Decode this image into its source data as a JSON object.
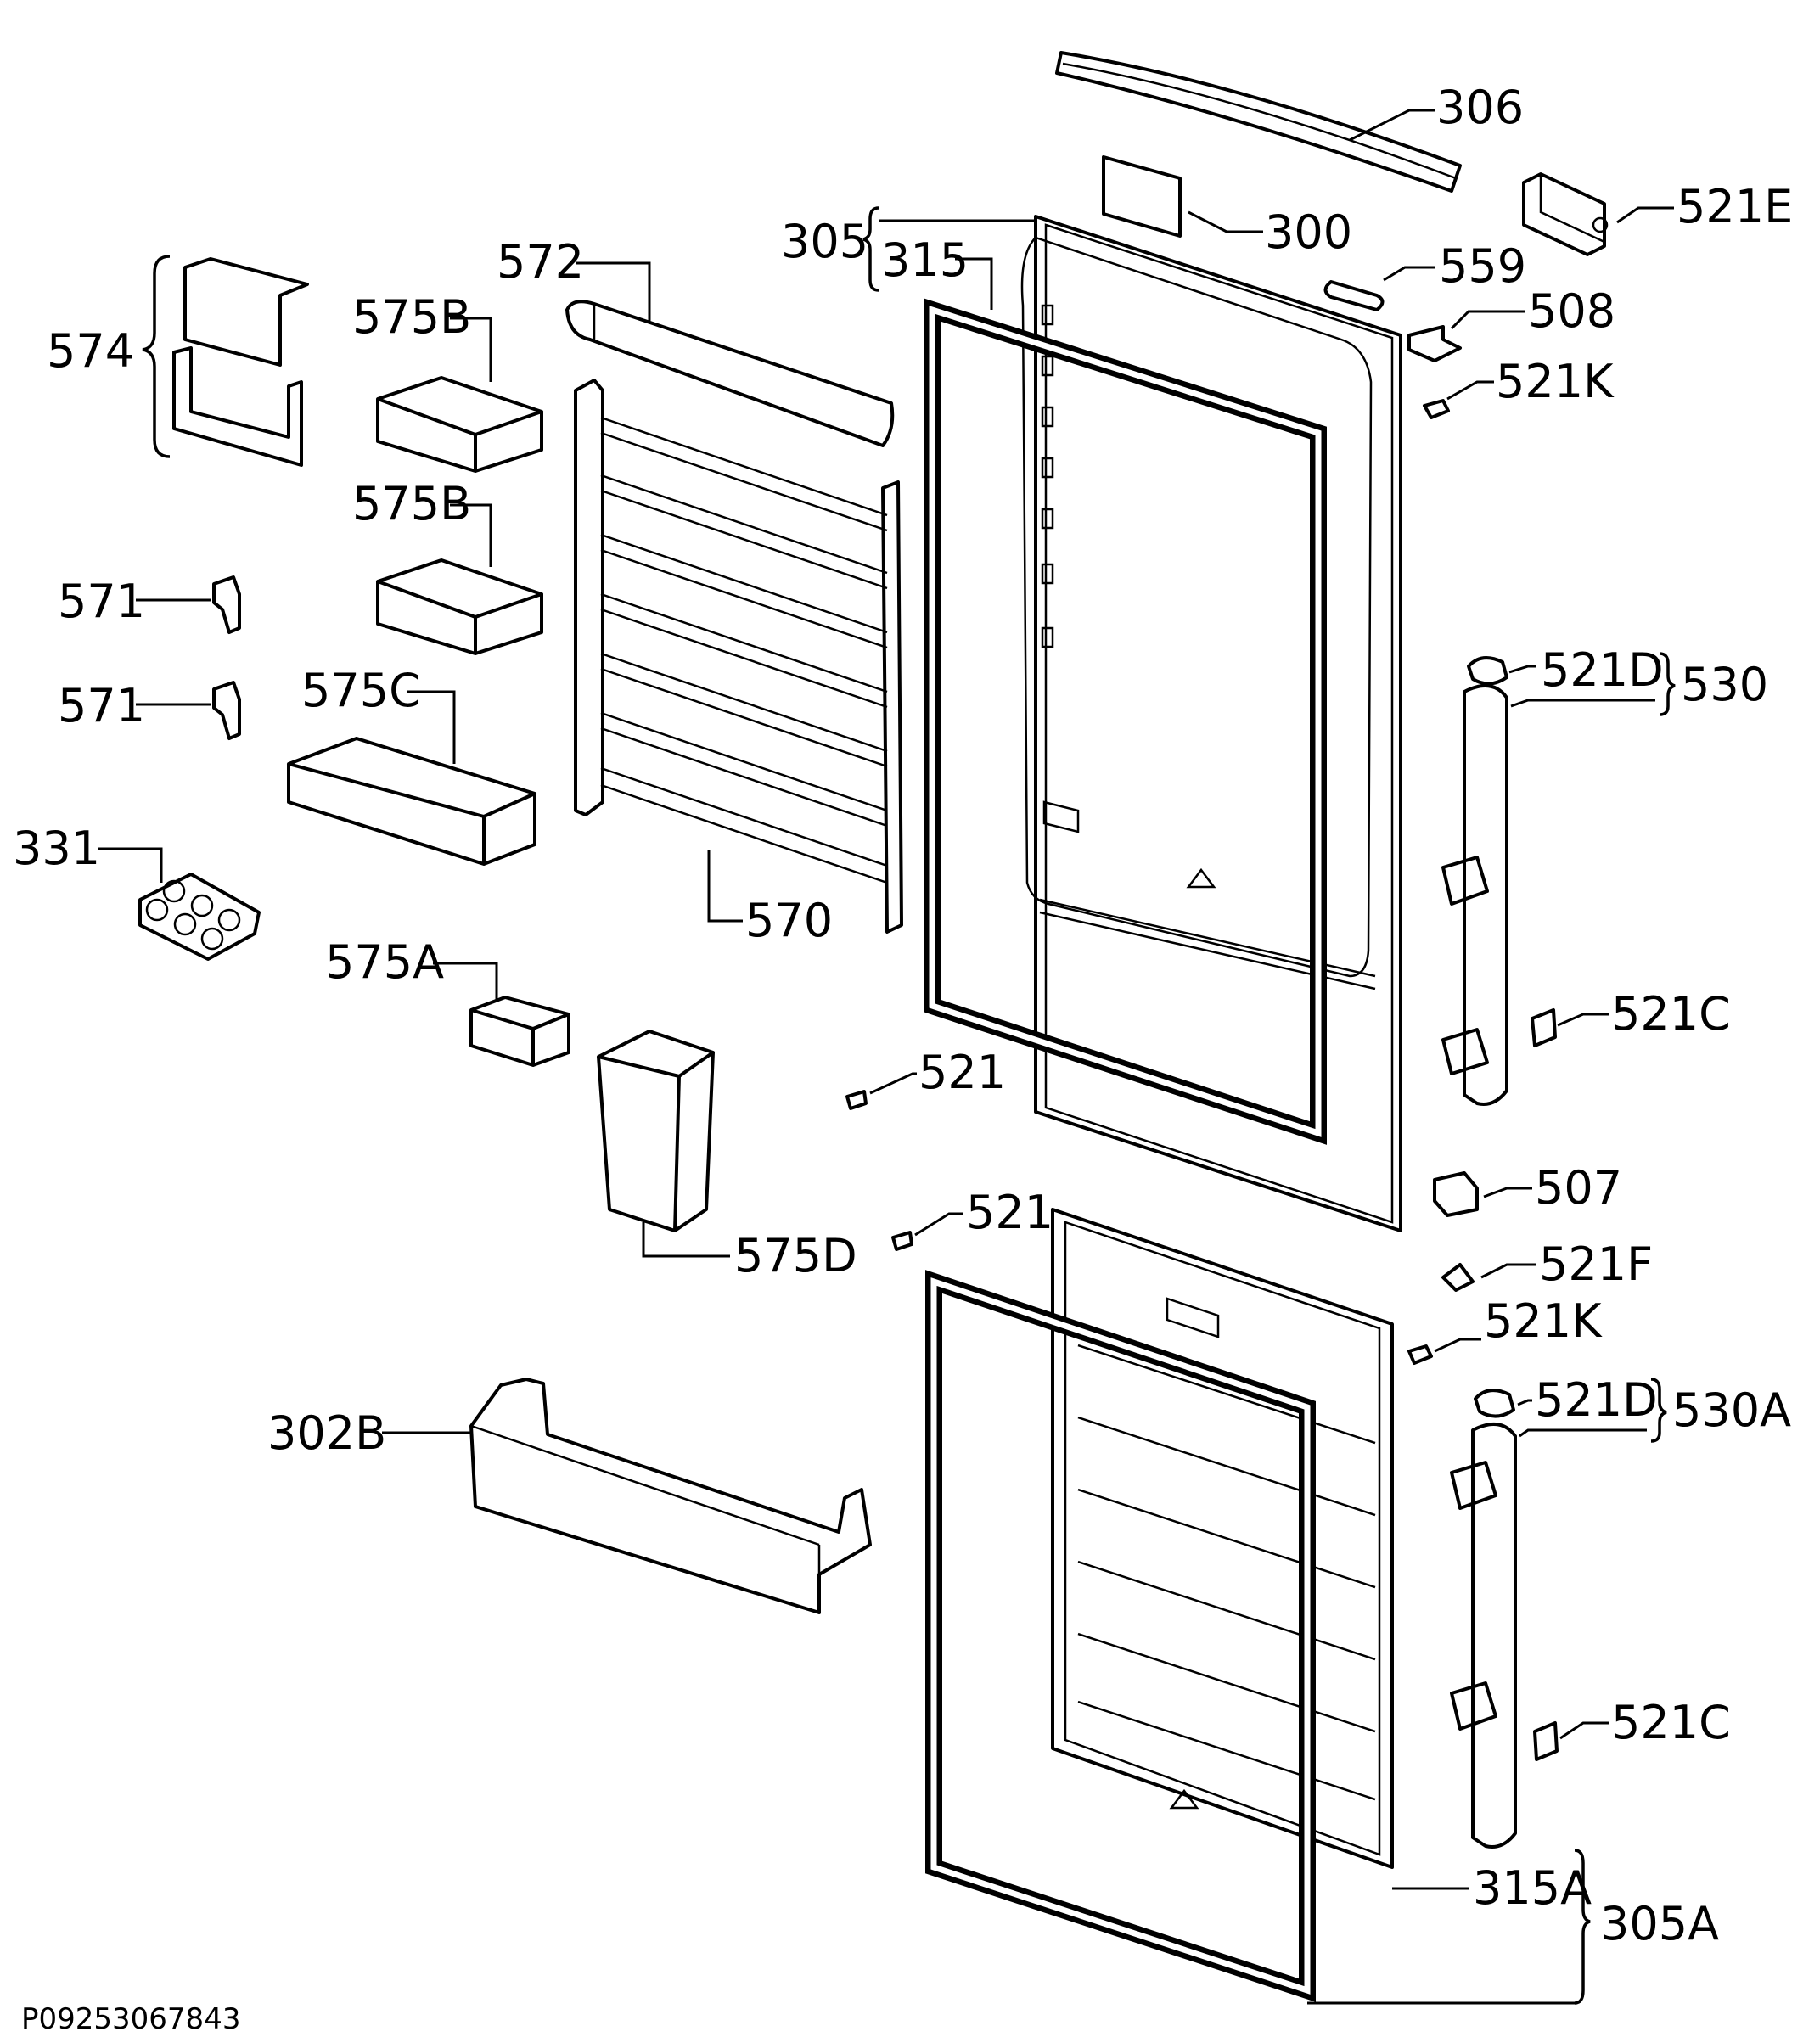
{
  "labels": {
    "l306": "306",
    "l521E": "521E",
    "l300": "300",
    "l305": "305",
    "l315": "315",
    "l559": "559",
    "l572": "572",
    "l508": "508",
    "l521K_top": "521K",
    "l574": "574",
    "l575B_1": "575B",
    "l575B_2": "575B",
    "l571_1": "571",
    "l571_2": "571",
    "l575C": "575C",
    "l521D_top": "521D",
    "l530": "530",
    "l331": "331",
    "l570": "570",
    "l575A": "575A",
    "l521C_top": "521C",
    "l521_upper": "521",
    "l507": "507",
    "l521_lower": "521",
    "l575D": "575D",
    "l521F": "521F",
    "l521K_bottom": "521K",
    "l521D_bottom": "521D",
    "l530A": "530A",
    "l302B": "302B",
    "l521C_bottom": "521C",
    "l315A": "315A",
    "l305A": "305A"
  },
  "footer_code": "P09253067843"
}
